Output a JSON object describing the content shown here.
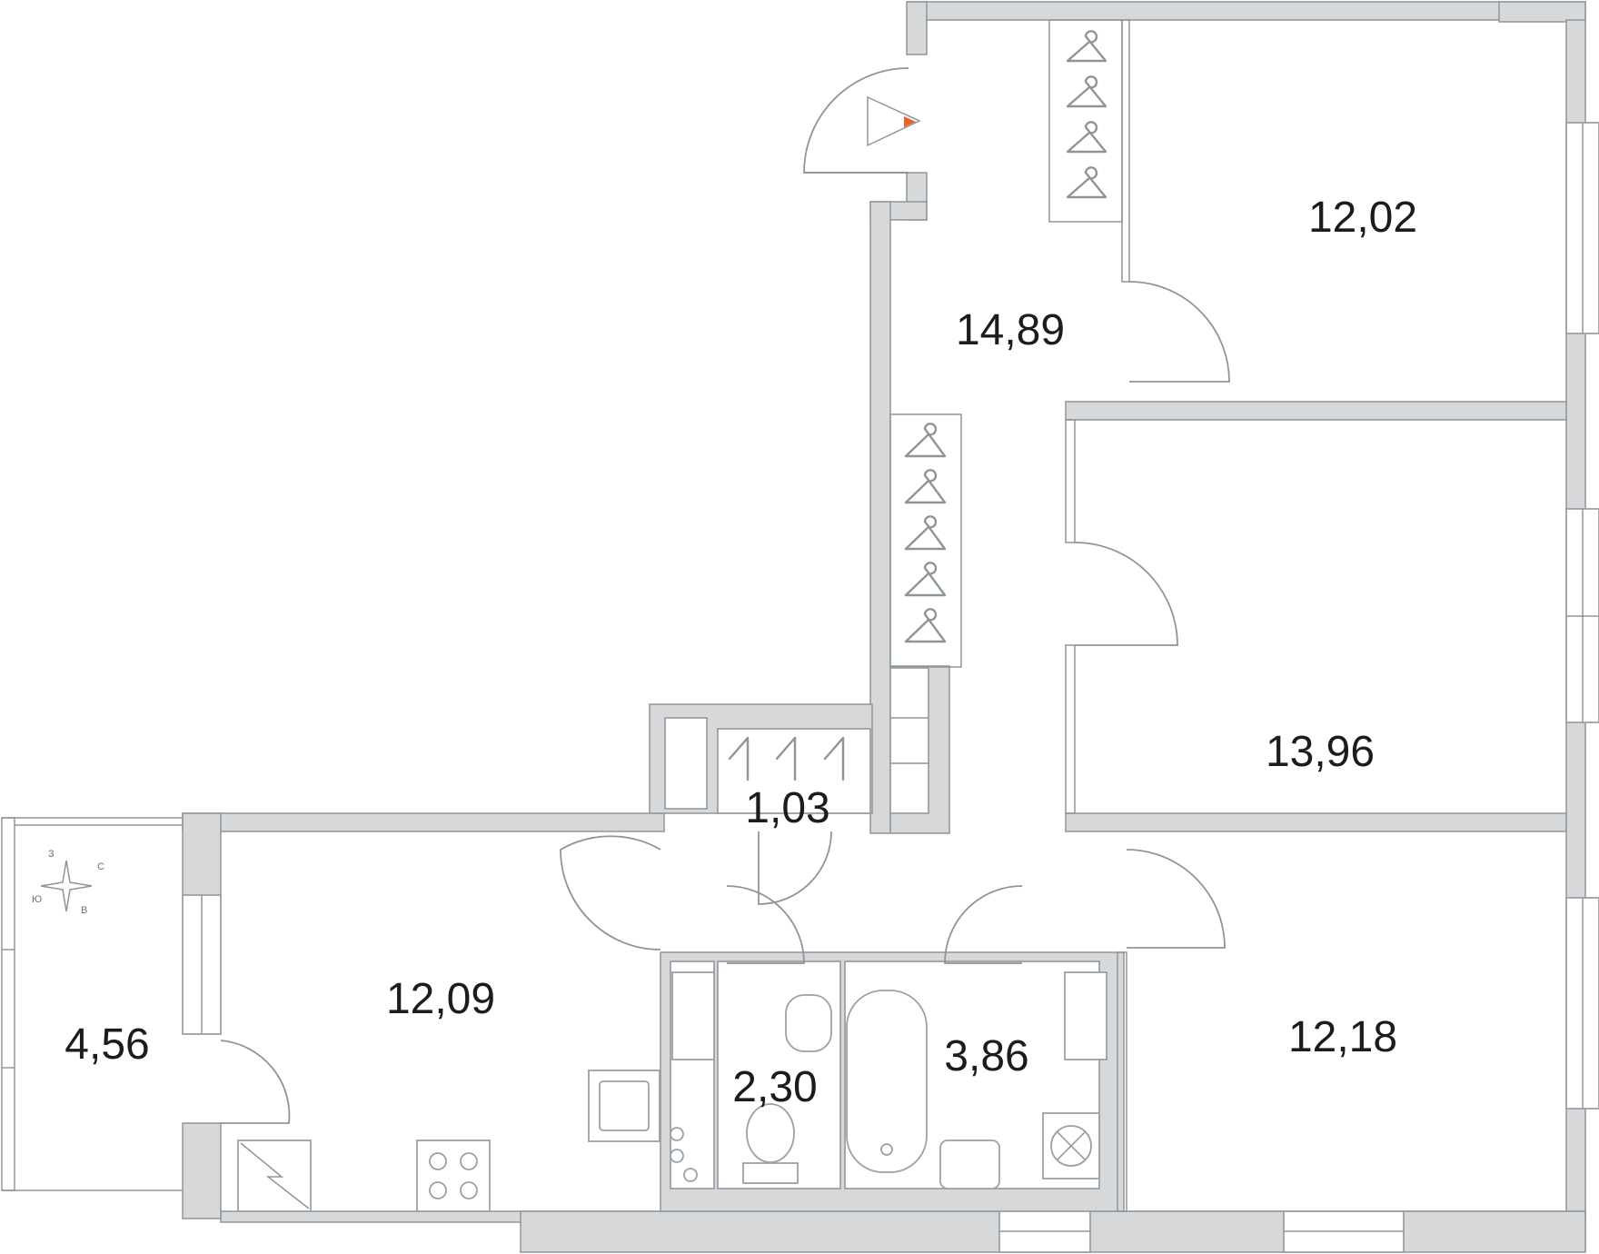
{
  "rooms": [
    {
      "id": "hall",
      "area": "14,89"
    },
    {
      "id": "bedroom-ne",
      "area": "12,02"
    },
    {
      "id": "bedroom-e",
      "area": "13,96"
    },
    {
      "id": "wardrobe",
      "area": "1,03"
    },
    {
      "id": "kitchen",
      "area": "12,09"
    },
    {
      "id": "loggia",
      "area": "4,56"
    },
    {
      "id": "wc",
      "area": "2,30"
    },
    {
      "id": "bathroom",
      "area": "3,86"
    },
    {
      "id": "bedroom-se",
      "area": "12,18"
    }
  ],
  "compass": {
    "n": "С",
    "s": "Ю",
    "w": "З",
    "e": "В"
  },
  "entrance_marker_color": "#e8642c",
  "colors": {
    "wall_fill": "#d6d8da",
    "line": "#8e959a",
    "text": "#1c1c1c"
  }
}
